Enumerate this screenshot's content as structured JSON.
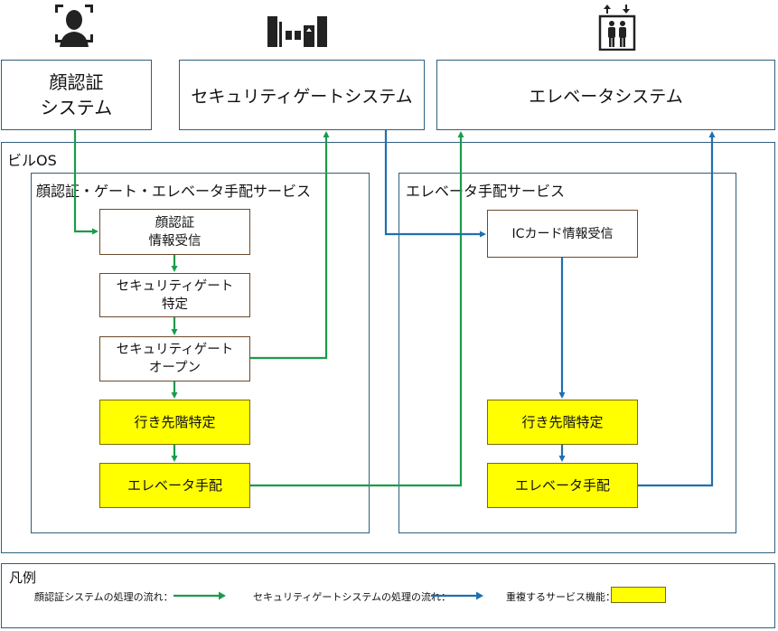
{
  "systems": {
    "face": "顔認証\nシステム",
    "gate": "セキュリティゲートシステム",
    "elevator": "エレベータシステム"
  },
  "icons": [
    "face-person-icon",
    "security-gate-icon",
    "elevator-icon"
  ],
  "building_os": {
    "label": "ビルOS",
    "left_service": {
      "title": "顔認証・ゲート・エレベータ手配サービス",
      "steps": [
        "顔認証\n情報受信",
        "セキュリティゲート\n特定",
        "セキュリティゲート\nオープン",
        "行き先階特定",
        "エレベータ手配"
      ]
    },
    "right_service": {
      "title": "エレベータ手配サービス",
      "steps": [
        "ICカード情報受信",
        "行き先階特定",
        "エレベータ手配"
      ]
    }
  },
  "legend": {
    "title": "凡例",
    "face_flow": "顔認証システムの処理の流れ：",
    "gate_flow": "セキュリティゲートシステムの処理の流れ：",
    "shared": "重複するサービス機能："
  },
  "colors": {
    "green_flow": "#1a9c4a",
    "blue_flow": "#1f6fb0",
    "shared_fill": "#ffff00",
    "frame": "#2f5f7f"
  }
}
